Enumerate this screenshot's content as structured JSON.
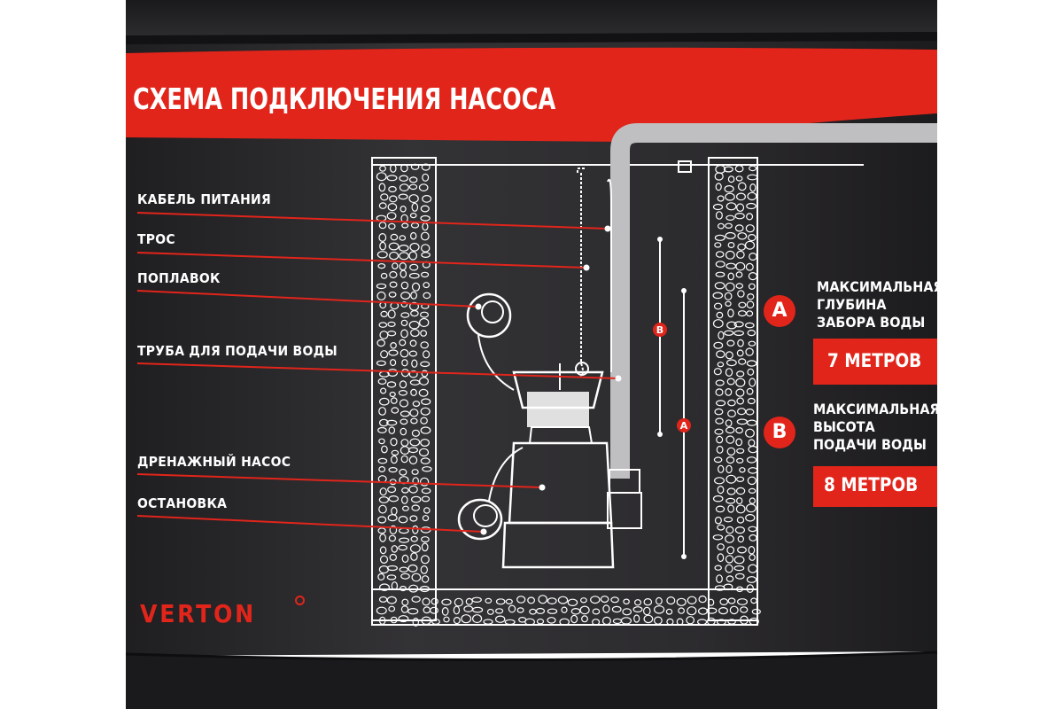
{
  "title": "СХЕМА ПОДКЛЮЧЕНИЯ НАСОСА",
  "labels": {
    "power_cable": "КАБЕЛЬ ПИТАНИЯ",
    "rope": "ТРОС",
    "float": "ПОПЛАВОК",
    "water_pipe": "ТРУБА ДЛЯ ПОДАЧИ ВОДЫ",
    "drainage_pump": "ДРЕНАЖНЫЙ НАСОС",
    "stop": "ОСТАНОВКА"
  },
  "specs": {
    "a": {
      "letter": "A",
      "text": "МАКСИМАЛЬНАЯ ГЛУБИНА ЗАБОРА ВОДЫ",
      "value": "7 МЕТРОВ"
    },
    "b": {
      "letter": "B",
      "text": "МАКСИМАЛЬНАЯ ВЫСОТА ПОДАЧИ ВОДЫ",
      "value": "8 МЕТРОВ"
    }
  },
  "diagram_marks": {
    "a": "A",
    "b": "B"
  },
  "brand": "VERTON",
  "colors": {
    "accent": "#e1251b",
    "label_bg": "#2b2a2c",
    "line": "#ffffff"
  }
}
